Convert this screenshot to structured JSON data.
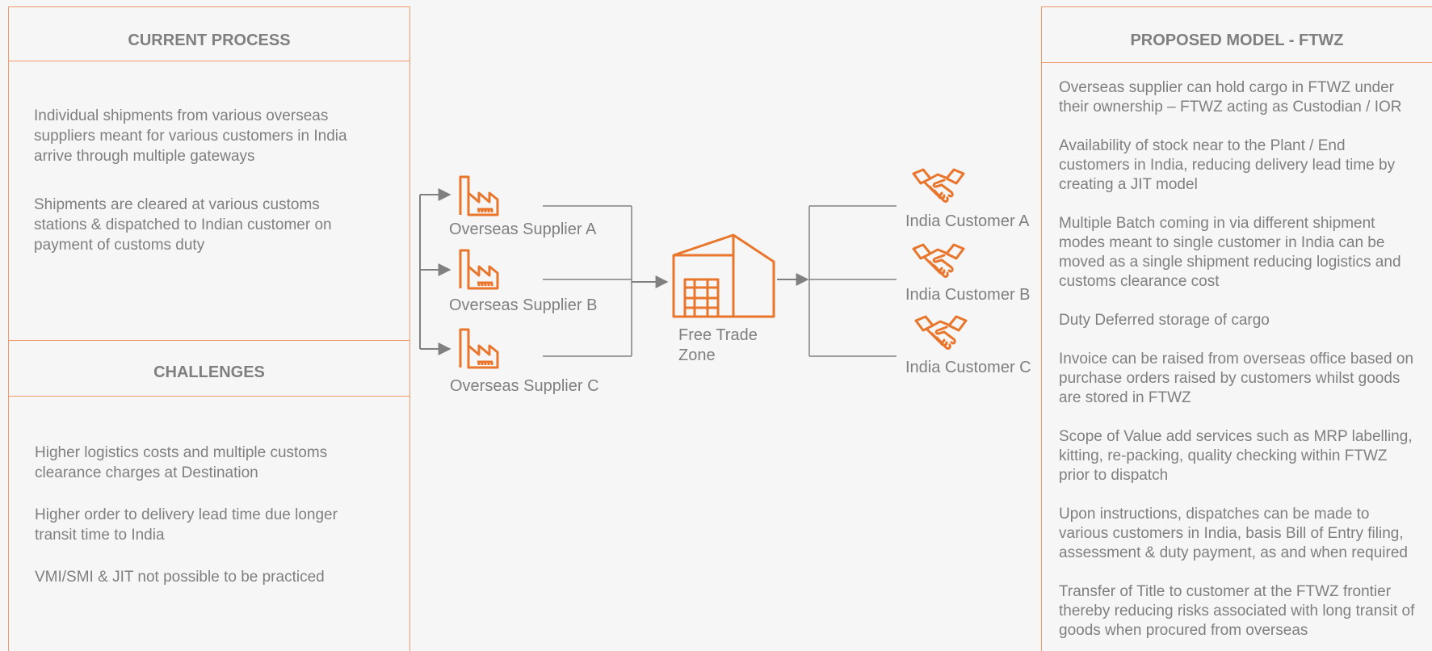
{
  "colors": {
    "accent": "#e8762c",
    "text": "#7f7f7f",
    "border": "#f19a67",
    "background": "#f6f6f6",
    "connector": "#808080"
  },
  "current_process": {
    "title": "CURRENT PROCESS",
    "items": [
      "Individual shipments from various overseas\nsuppliers meant for various customers in India\narrive through multiple gateways",
      "Shipments are cleared at various customs\nstations & dispatched to Indian customer on\npayment of customs duty"
    ]
  },
  "challenges": {
    "title": "CHALLENGES",
    "items": [
      "Higher logistics costs and multiple customs\nclearance charges at Destination",
      "Higher order to delivery lead time due longer\ntransit time to India",
      "VMI/SMI & JIT not possible to be practiced"
    ]
  },
  "diagram": {
    "suppliers": [
      {
        "label": "Overseas Supplier A",
        "icon": "factory-icon"
      },
      {
        "label": "Overseas Supplier B",
        "icon": "factory-icon"
      },
      {
        "label": "Overseas Supplier C",
        "icon": "factory-icon"
      }
    ],
    "hub": {
      "label_line1": "Free Trade",
      "label_line2": "Zone",
      "icon": "warehouse-icon"
    },
    "customers": [
      {
        "label": "India Customer A",
        "icon": "handshake-icon"
      },
      {
        "label": "India Customer B",
        "icon": "handshake-icon"
      },
      {
        "label": "India Customer C",
        "icon": "handshake-icon"
      }
    ]
  },
  "proposed_model": {
    "title": "PROPOSED MODEL - FTWZ",
    "items": [
      "Overseas supplier can hold cargo in FTWZ  under\ntheir ownership – FTWZ acting as Custodian / IOR",
      "Availability of stock near to the Plant / End\ncustomers in India, reducing delivery lead time by\ncreating a JIT model",
      "Multiple Batch coming in via different shipment\nmodes  meant to single customer in India can be\nmoved as a single shipment reducing logistics and\ncustoms clearance cost",
      "Duty Deferred storage of cargo",
      "Invoice can be raised from overseas office based on\npurchase orders raised by customers whilst goods\nare stored in FTWZ",
      "Scope of Value add services such as MRP labelling,\nkitting, re-packing, quality checking within FTWZ\nprior to dispatch",
      "Upon instructions, dispatches can be made to\nvarious customers in India, basis Bill of Entry filing,\nassessment & duty payment, as and when required",
      "Transfer of Title to customer at the FTWZ frontier\nthereby reducing risks associated with long transit of\ngoods when procured from overseas"
    ]
  }
}
